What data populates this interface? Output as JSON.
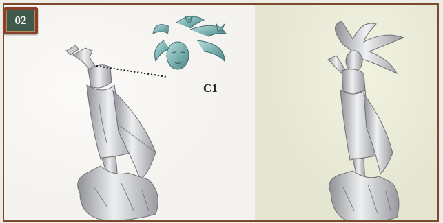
{
  "step": {
    "number": "02"
  },
  "callout": {
    "part_label": "C1"
  },
  "colors": {
    "frame_border": "#7b4a2c",
    "badge_outer": "#8a3f29",
    "badge_inner": "#3f5a4a",
    "head_part_tint": "#7fb3b3",
    "left_panel_bg": "#f5f3ef",
    "right_panel_bg": "#e5e6d2"
  },
  "icons": {
    "figure_unassembled": "statue-figure-without-head",
    "head_part": "head-with-flowing-hair-part",
    "figure_assembled": "statue-figure-complete"
  }
}
